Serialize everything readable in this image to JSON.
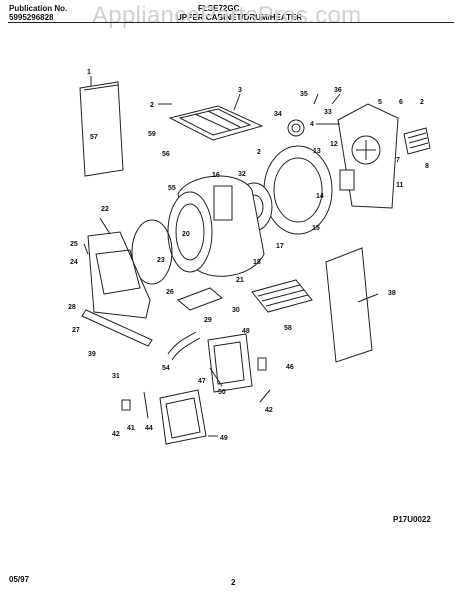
{
  "header": {
    "publication_label": "Publication No.",
    "publication_number": "5995296828",
    "model": "FLSE72GC",
    "section_title": "UPPER CABINET/DRUM/HEATER",
    "watermark": "AppliancePartsPros.com"
  },
  "footer": {
    "date": "05/97",
    "page": "2",
    "diagram_code": "P17U0022"
  },
  "callouts": [
    "1",
    "2",
    "3",
    "36",
    "35",
    "5",
    "6",
    "2",
    "4",
    "34",
    "33",
    "57",
    "59",
    "56",
    "55",
    "13",
    "12",
    "8",
    "7",
    "2",
    "32",
    "16",
    "11",
    "14",
    "15",
    "17",
    "22",
    "20",
    "18",
    "25",
    "24",
    "23",
    "21",
    "28",
    "26",
    "38",
    "27",
    "30",
    "29",
    "58",
    "39",
    "48",
    "31",
    "54",
    "46",
    "47",
    "50",
    "42",
    "42",
    "41",
    "44",
    "49"
  ]
}
